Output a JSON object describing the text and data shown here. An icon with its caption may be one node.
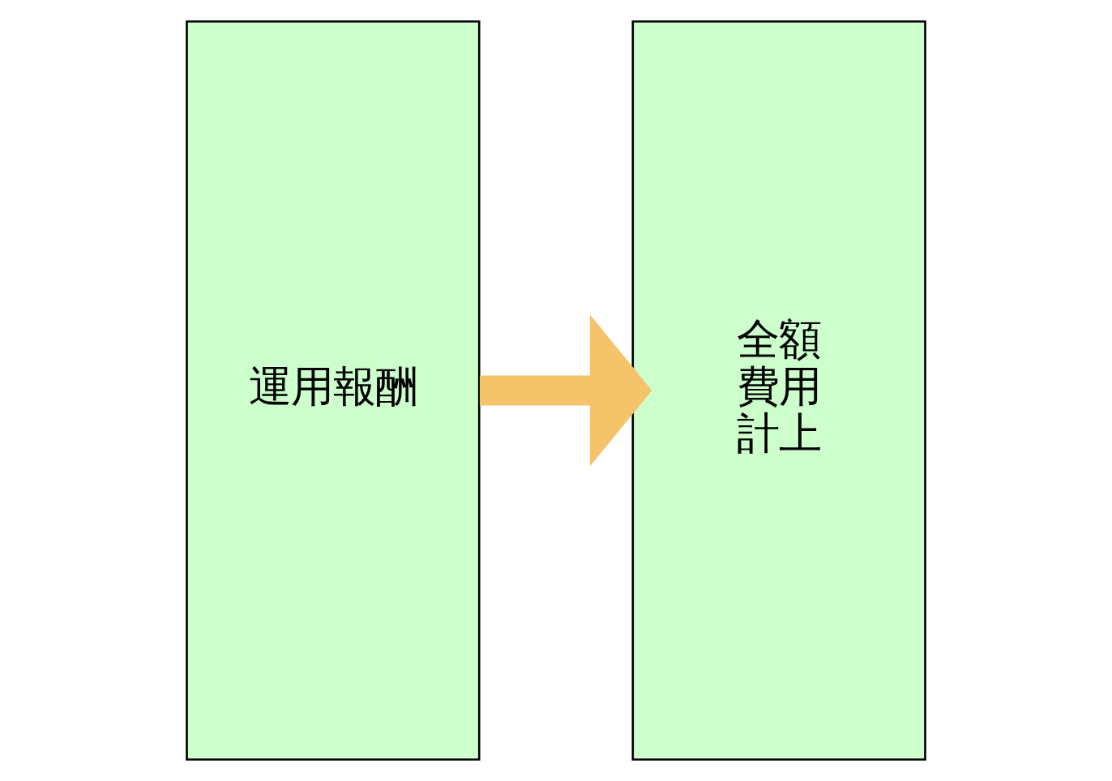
{
  "diagram": {
    "nodes": [
      {
        "text": [
          "運用報酬"
        ]
      },
      {
        "text": [
          "全額費用計上"
        ]
      }
    ],
    "edges": [
      {
        "from": 0,
        "to": 1,
        "arrow": "to",
        "color": "#f5c36a"
      }
    ]
  }
}
